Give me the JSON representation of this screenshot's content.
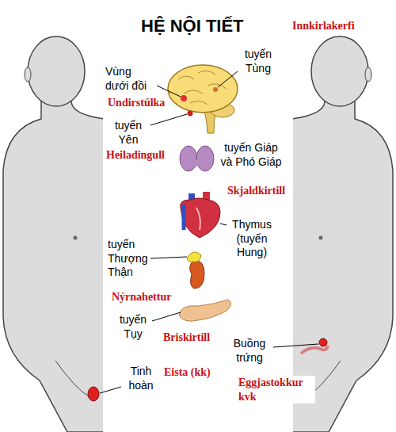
{
  "diagram": {
    "title": "HỆ NỘI TIẾT",
    "labels": [
      "Innkirlakerfi",
      "Vùng dưới đồi",
      "Undirstúlka",
      "tuyến Tùng",
      "tuyến Yên",
      "Heiladingull",
      "tuyến Giáp và Phó Giáp",
      "Skjaldkirtill",
      "Thymus (tuyến Hung)",
      "tuyến Thượng Thận",
      "Nýrnahettur",
      "tuyến Tụy",
      "Briskirtill",
      "Buồng trứng",
      "Tinh hoàn",
      "Eista (kk)",
      "Eggjastokkur kvk"
    ]
  }
}
